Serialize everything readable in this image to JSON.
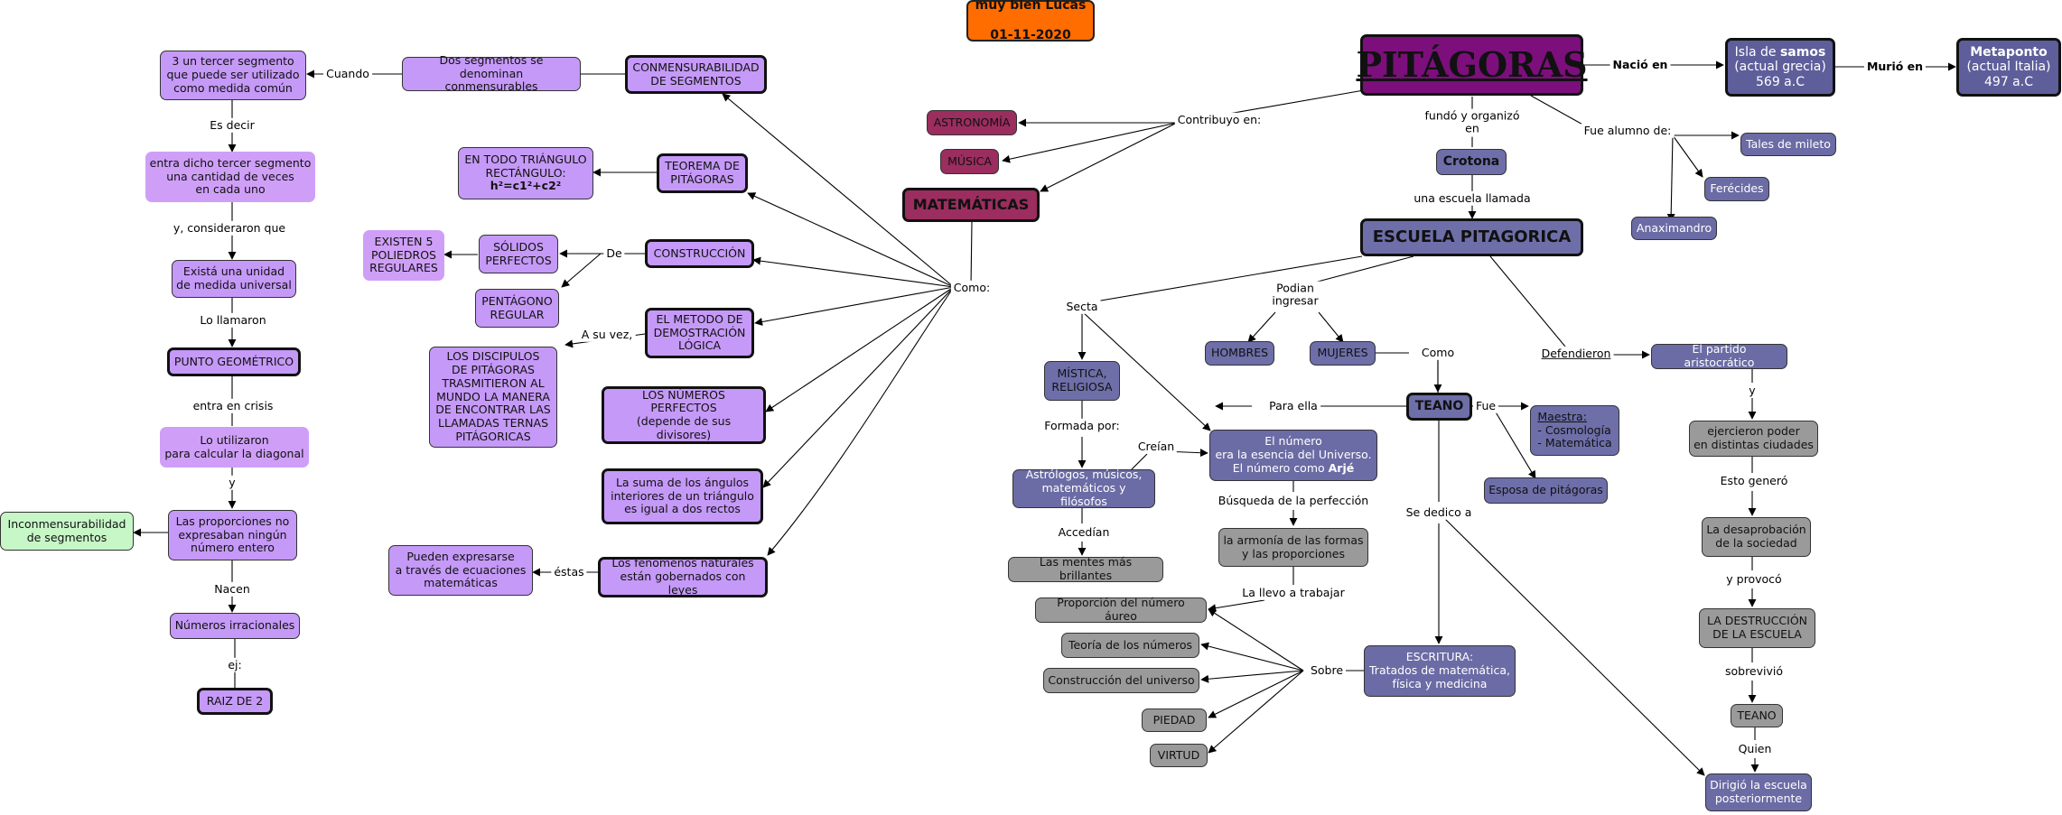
{
  "header": {
    "line1": "muy bien Lucas",
    "line2": "01-11-2020"
  },
  "nodes": {
    "pitagoras": "PITÁGORAS",
    "samos_pre": "Isla de ",
    "samos_bold": "samos",
    "samos_post": "\n(actual grecia)\n569 a.C",
    "meta_bold": "Metaponto",
    "meta_post": "\n(actual Italia)\n497 a.C",
    "tales": "Tales de mileto",
    "ferecides": "Ferécides",
    "anaximandro": "Anaximandro",
    "crotona": "Crotona",
    "escuela": "ESCUELA PITAGORICA",
    "astronomia": "ASTRONOMÍA",
    "musica": "MÚSICA",
    "matematicas": "MATEMÁTICAS",
    "conmens": "CONMENSURABILIDAD\nDE SEGMENTOS",
    "dos_segmentos": "Dos segmentos se denominan\nconmensurables",
    "tercer_segmento": "3 un tercer segmento\nque puede ser utilizado\ncomo medida común",
    "entra_dicho": "entra dicho tercer segmento\nuna cantidad de veces\nen cada uno",
    "existe_unidad": "Existá una unidad\nde medida universal",
    "punto": "PUNTO GEOMÉTRICO",
    "lo_utilizaron": "Lo utilizaron\npara calcular la diagonal",
    "proporciones": "Las proporciones no\nexpresaban ningún\nnúmero entero",
    "inconmens": "Inconmensurabilidad\nde segmentos",
    "irracionales": "Números irracionales",
    "raiz": "RAIZ DE 2",
    "teorema": "TEOREMA DE\nPITÁGORAS",
    "triangulo_text": "EN TODO TRIÁNGULO\nRECTÁNGULO:",
    "triangulo_formula": "h²=c1²+c2²",
    "construccion": "CONSTRUCCIÓN",
    "solidos": "SÓLIDOS\nPERFECTOS",
    "existen5": "EXISTEN 5\nPOLIEDROS\nREGULARES",
    "pentagono": "PENTÁGONO\nREGULAR",
    "metodo": "EL METODO DE\nDEMOSTRACIÓN\nLÓGICA",
    "discipulos": "LOS DISCIPULOS\nDE PITÁGORAS\nTRASMITIERON AL\nMUNDO LA MANERA\nDE ENCONTRAR LAS\nLLAMADAS TERNAS\nPITÁGORICAS",
    "numeros_perfectos": "LOS NÚMEROS\nPERFECTOS\n(depende de sus divisores)",
    "suma_angulos": "La suma de los ángulos\ninteriores de un triángulo\nes igual a dos rectos",
    "fenomenos": "Los fenomenos naturales\nestán gobernados con leyes",
    "ecuaciones": "Pueden expresarse\na través de ecuaciones\nmatemáticas",
    "mistica": "MÍSTICA,\nRELIGIOSA",
    "astrologos": "Astrólogos, músicos,\nmatemáticos y filósofos",
    "mentes": "Las mentes más brillantes",
    "numero_esencia_pre": "El número\nera la esencia del Universo.\nEl número como ",
    "numero_esencia_bold": "Arjé",
    "armonia": "la armonía de las formas\ny las proporciones",
    "proporcion_aureo": "Proporción del número áureo",
    "teoria_numeros": "Teoría de los números",
    "construccion_universo": "Construcción del universo",
    "piedad": "PIEDAD",
    "virtud": "VIRTUD",
    "hombres": "HOMBRES",
    "mujeres": "MUJERES",
    "teano": "TEANO",
    "maestra_title": "Maestra:",
    "maestra_items": "- Cosmología\n- Matemática",
    "esposa": "Esposa de pitágoras",
    "escritura": "ESCRITURA:\nTratados de matemática,\nfísica y medicina",
    "partido": "El partido aristocrático",
    "ejercieron": "ejercieron poder\nen distintas ciudades",
    "desaprobacion": "La desaprobación\nde la sociedad",
    "destruccion": "LA DESTRUCCIÓN\nDE LA ESCUELA",
    "teano2": "TEANO",
    "dirigio": "Dirigió la escuela\nposteriormente"
  },
  "labels": {
    "nacio": "Nació en",
    "murio": "Murió en",
    "fue_alumno": "Fue alumno de:",
    "fundo": "fundó y organizó\nen",
    "una_escuela": "una escuela llamada",
    "contribuyo": "Contribuyo en:",
    "como": "Como:",
    "cuando": "Cuando",
    "es_decir": "Es decir",
    "consideraron": "y, consideraron que",
    "lo_llamaron": "Lo llamaron",
    "entra_crisis": "entra en crisis",
    "y1": "y",
    "nacen": "Nacen",
    "ej": "ej:",
    "de": "De",
    "a_su_vez": "A su vez,",
    "estas": "éstas",
    "secta": "Secta",
    "podian": "Podian\ningresar",
    "formada": "Formada por:",
    "creian": "Creían",
    "accedian": "Accedían",
    "busqueda": "Búsqueda de la perfección",
    "llevo": "La llevo a trabajar",
    "sobre": "Sobre",
    "para_ella": "Para ella",
    "como2": "Como",
    "fue": "Fue",
    "se_dedico": "Se dedico a",
    "defendieron": "Defendieron",
    "y2": "y",
    "esto_genero": "Esto generó",
    "y_provoco": "y provocó",
    "sobrevivio": "sobrevivió",
    "quien": "Quien"
  }
}
